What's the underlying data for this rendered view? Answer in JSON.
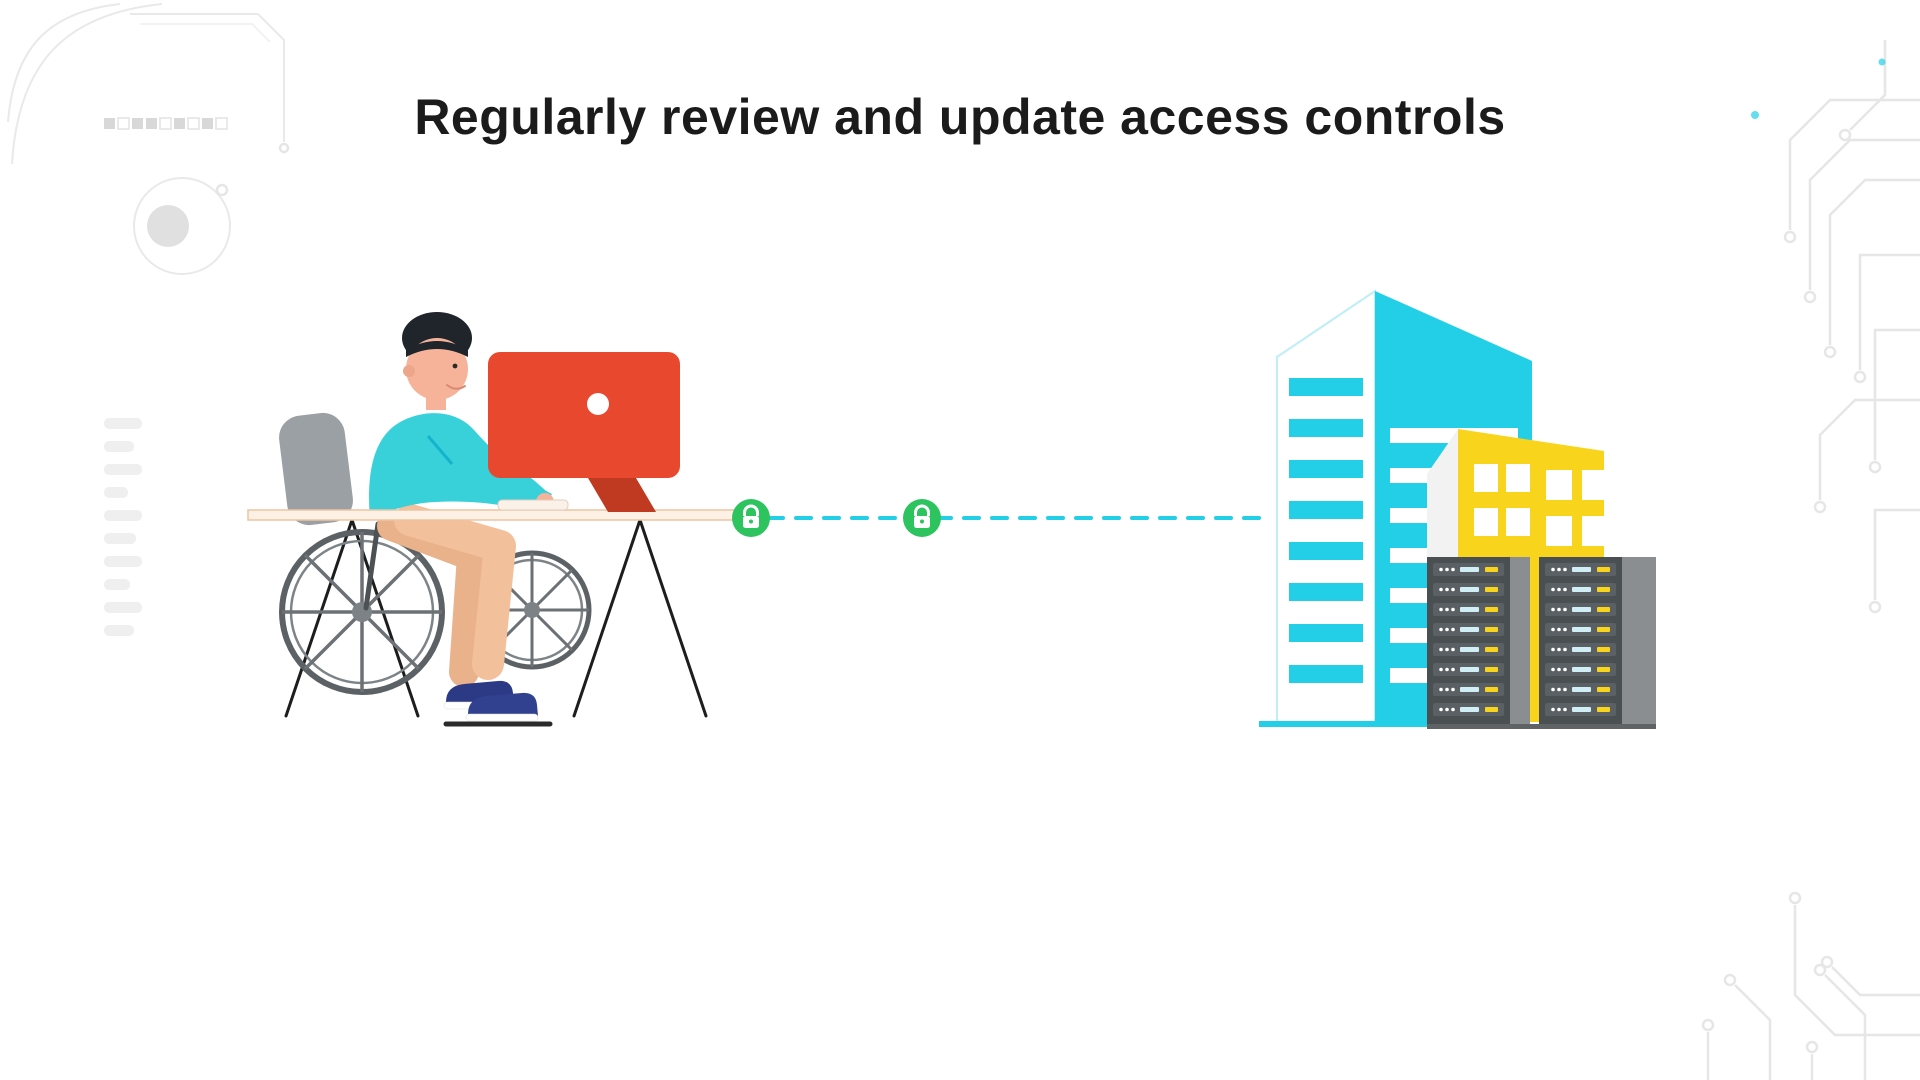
{
  "header": {
    "title": "Regularly review and update access controls"
  },
  "connection": {
    "style": "dashed-line",
    "lock_icons": [
      "padlock",
      "padlock"
    ]
  },
  "icons": {
    "lock": "padlock-shape",
    "decor": "circuit-traces"
  },
  "colors": {
    "title_text": "#1b1b1b",
    "accent_cyan": "#22cfe6",
    "shirt_teal": "#38d1da",
    "monitor_red": "#e8492e",
    "monitor_red_dark": "#bf3a20",
    "lock_green": "#2dc35e",
    "building_yellow": "#f8d41c",
    "server_dark": "#4a4f52",
    "server_side": "#8a8e91",
    "chair_gray": "#9aa0a3",
    "skin": "#f6b399",
    "pants_tan": "#f3c09c",
    "shoe_navy": "#2c3a86",
    "hair_dark": "#20242b",
    "desk_cream": "#fdf0e4",
    "decor_gray": "#e6e6e6"
  }
}
